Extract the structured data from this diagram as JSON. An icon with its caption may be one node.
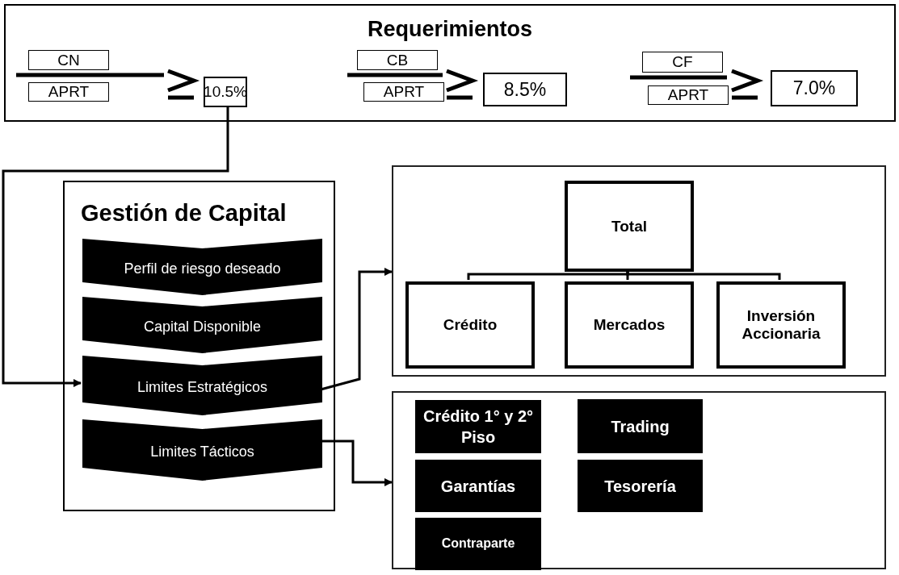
{
  "diagram": {
    "nodes": [
      {
        "text": [
          "Requerimientos"
        ]
      },
      {
        "text": [
          "CN"
        ],
        "in": 0
      },
      {
        "text": [
          "APRT"
        ],
        "in": 0
      },
      {
        "text": [
          "10.5%"
        ],
        "in": 0
      },
      {
        "text": [
          "CB"
        ],
        "in": 0
      },
      {
        "text": [
          "APRT"
        ],
        "in": 0
      },
      {
        "text": [
          "8.5%"
        ],
        "in": 0
      },
      {
        "text": [
          "CF"
        ],
        "in": 0
      },
      {
        "text": [
          "APRT"
        ],
        "in": 0
      },
      {
        "text": [
          "7.0%"
        ],
        "in": 0
      },
      {
        "text": [
          "Gestión de Capital"
        ]
      },
      {
        "text": [
          "Perfil de riesgo deseado"
        ],
        "in": 10
      },
      {
        "text": [
          "Capital Disponible"
        ],
        "in": 10
      },
      {
        "text": [
          "Limites Estratégicos"
        ],
        "in": 10
      },
      {
        "text": [
          "Limites Tácticos"
        ],
        "in": 10
      },
      {
        "text": [],
        "shape": "box"
      },
      {
        "text": [
          "Total"
        ],
        "in": 15
      },
      {
        "text": [
          "Crédito"
        ],
        "in": 15
      },
      {
        "text": [
          "Mercados"
        ],
        "in": 15
      },
      {
        "text": [
          "Inversión Accionaria"
        ],
        "in": 15
      },
      {
        "text": [],
        "shape": "box"
      },
      {
        "text": [
          "Crédito 1° y 2° Piso"
        ],
        "in": 20
      },
      {
        "text": [
          "Garantías"
        ],
        "in": 20
      },
      {
        "text": [
          "Contraparte"
        ],
        "in": 20
      },
      {
        "text": [
          "Trading"
        ],
        "in": 20
      },
      {
        "text": [
          "Tesorería"
        ],
        "in": 20
      }
    ],
    "edges": [
      {
        "from": 3,
        "to": 13,
        "arrow": "to"
      },
      {
        "from": 13,
        "to": 15,
        "arrow": "to"
      },
      {
        "from": 14,
        "to": 20,
        "arrow": "to"
      },
      {
        "from": 16,
        "to": 17,
        "arrow": "none"
      },
      {
        "from": 16,
        "to": 18,
        "arrow": "none"
      },
      {
        "from": 16,
        "to": 19,
        "arrow": "none"
      }
    ]
  }
}
